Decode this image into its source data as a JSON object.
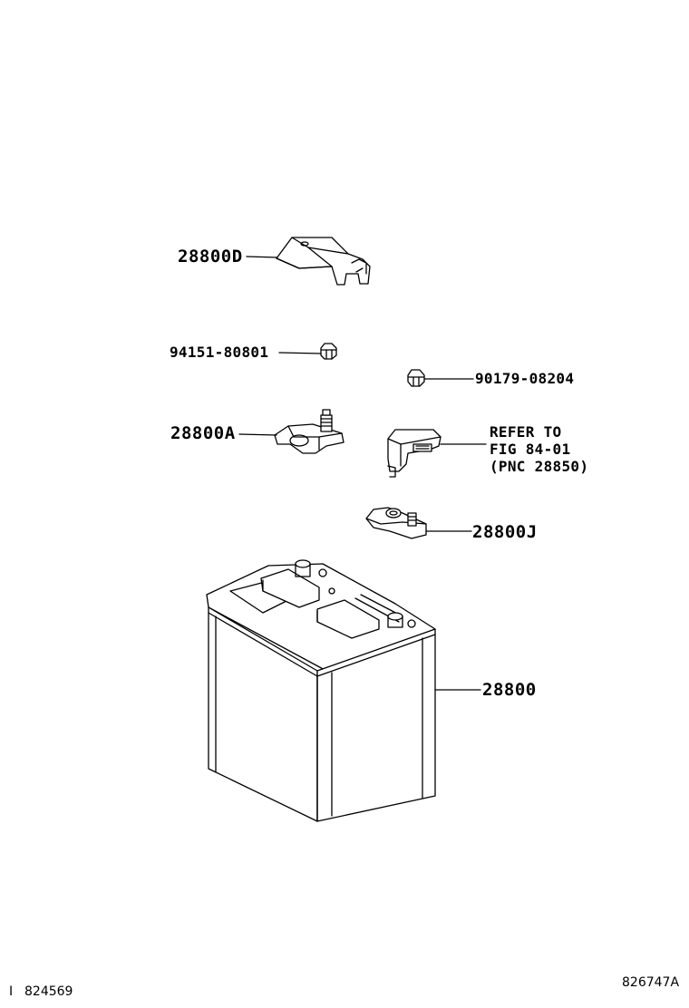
{
  "parts": {
    "cover_28800d": "28800D",
    "nut_94151": "94151-80801",
    "nut_90179": "90179-08204",
    "terminal_28800a": "28800A",
    "refer_line1": "REFER TO",
    "refer_line2": "FIG 84-01",
    "refer_line3": "(PNC 28850)",
    "terminal_28800j": "28800J",
    "battery_28800": "28800"
  },
  "footer": {
    "left_marker": "I",
    "left_code": "824569",
    "right_code": "826747A"
  }
}
